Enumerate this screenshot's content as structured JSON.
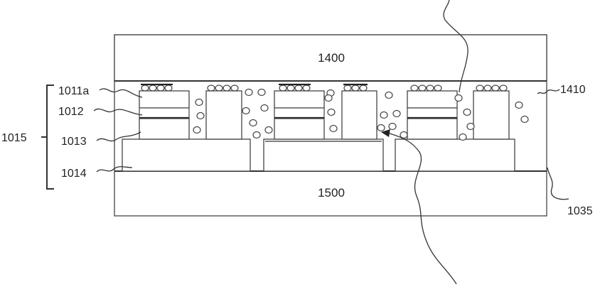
{
  "labels": {
    "top_layer": "1400",
    "bottom_layer": "1500",
    "fill_region": "1410",
    "group": "1015",
    "sub_a": "1011a",
    "sub_2": "1012",
    "sub_3": "1013",
    "sub_4": "1014",
    "gap": "1035"
  }
}
